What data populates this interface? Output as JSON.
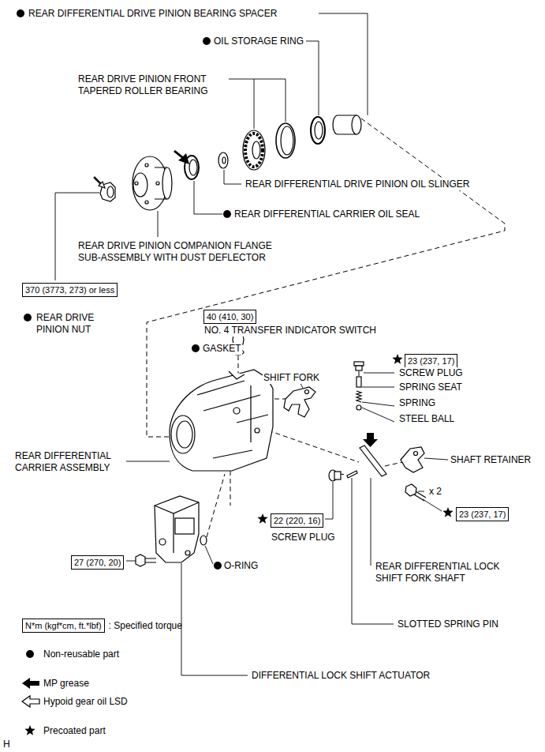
{
  "diagram": {
    "nodes": [
      {
        "text": [
          "370 (3773, 273) or less"
        ]
      },
      {
        "text": [
          "40 (410, 30)"
        ]
      },
      {
        "text": [
          "23 (237, 17)"
        ]
      },
      {
        "text": [
          "23 (237, 17)"
        ]
      },
      {
        "text": [
          "22 (220, 16)"
        ]
      },
      {
        "text": [
          "27 (270, 20)"
        ]
      },
      {
        "text": [
          "N*m (kgf*cm, ft.*lbf)"
        ]
      }
    ],
    "labels": [
      "REAR DIFFERENTIAL DRIVE PINION BEARING SPACER",
      "OIL STORAGE RING",
      "REAR DRIVE PINION FRONT TAPERED ROLLER BEARING",
      "REAR DIFFERENTIAL DRIVE PINION OIL SLINGER",
      "REAR DIFFERENTIAL CARRIER OIL SEAL",
      "REAR DRIVE PINION COMPANION FLANGE SUB-ASSEMBLY WITH DUST DEFLECTOR",
      "REAR DRIVE PINION NUT",
      "NO. 4 TRANSFER INDICATOR SWITCH",
      "GASKET",
      "SHIFT FORK",
      "SCREW PLUG",
      "SPRING SEAT",
      "SPRING",
      "STEEL BALL",
      "SHAFT RETAINER",
      "x 2",
      "REAR DIFFERENTIAL CARRIER ASSEMBLY",
      "SCREW PLUG",
      "O-RING",
      "REAR DIFFERENTIAL LOCK SHIFT FORK SHAFT",
      "SLOTTED SPRING PIN",
      "DIFFERENTIAL LOCK SHIFT ACTUATOR",
      "H"
    ],
    "legend": [
      {
        "text": ": Specified torque"
      },
      {
        "text": "Non-reusable part"
      },
      {
        "text": "MP grease"
      },
      {
        "text": "Hypoid gear oil LSD"
      },
      {
        "text": "Precoated part"
      }
    ]
  }
}
